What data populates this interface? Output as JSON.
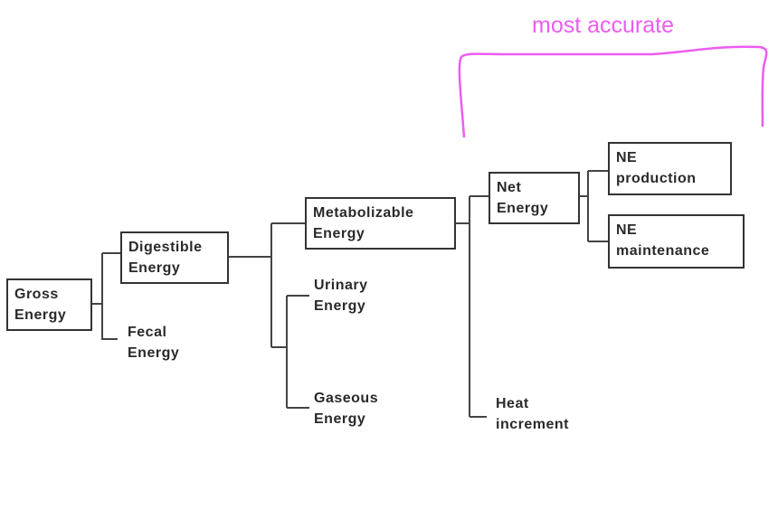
{
  "annotation": {
    "text": "most accurate",
    "color": "#ec5cf0"
  },
  "nodes": {
    "gross": {
      "line1": "Gross",
      "line2": "Energy"
    },
    "digestible": {
      "line1": "Digestible",
      "line2": "Energy"
    },
    "fecal": {
      "line1": "Fecal",
      "line2": "Energy"
    },
    "metabolizable": {
      "line1": "Metabolizable",
      "line2": "Energy"
    },
    "urinary": {
      "line1": "Urinary",
      "line2": "Energy"
    },
    "gaseous": {
      "line1": "Gaseous",
      "line2": "Energy"
    },
    "net": {
      "line1": "Net",
      "line2": "Energy"
    },
    "heat": {
      "line1": "Heat",
      "line2": "increment"
    },
    "ne_production": {
      "line1": "NE",
      "line2": "production"
    },
    "ne_maintenance": {
      "line1": "NE",
      "line2": "maintenance"
    }
  }
}
